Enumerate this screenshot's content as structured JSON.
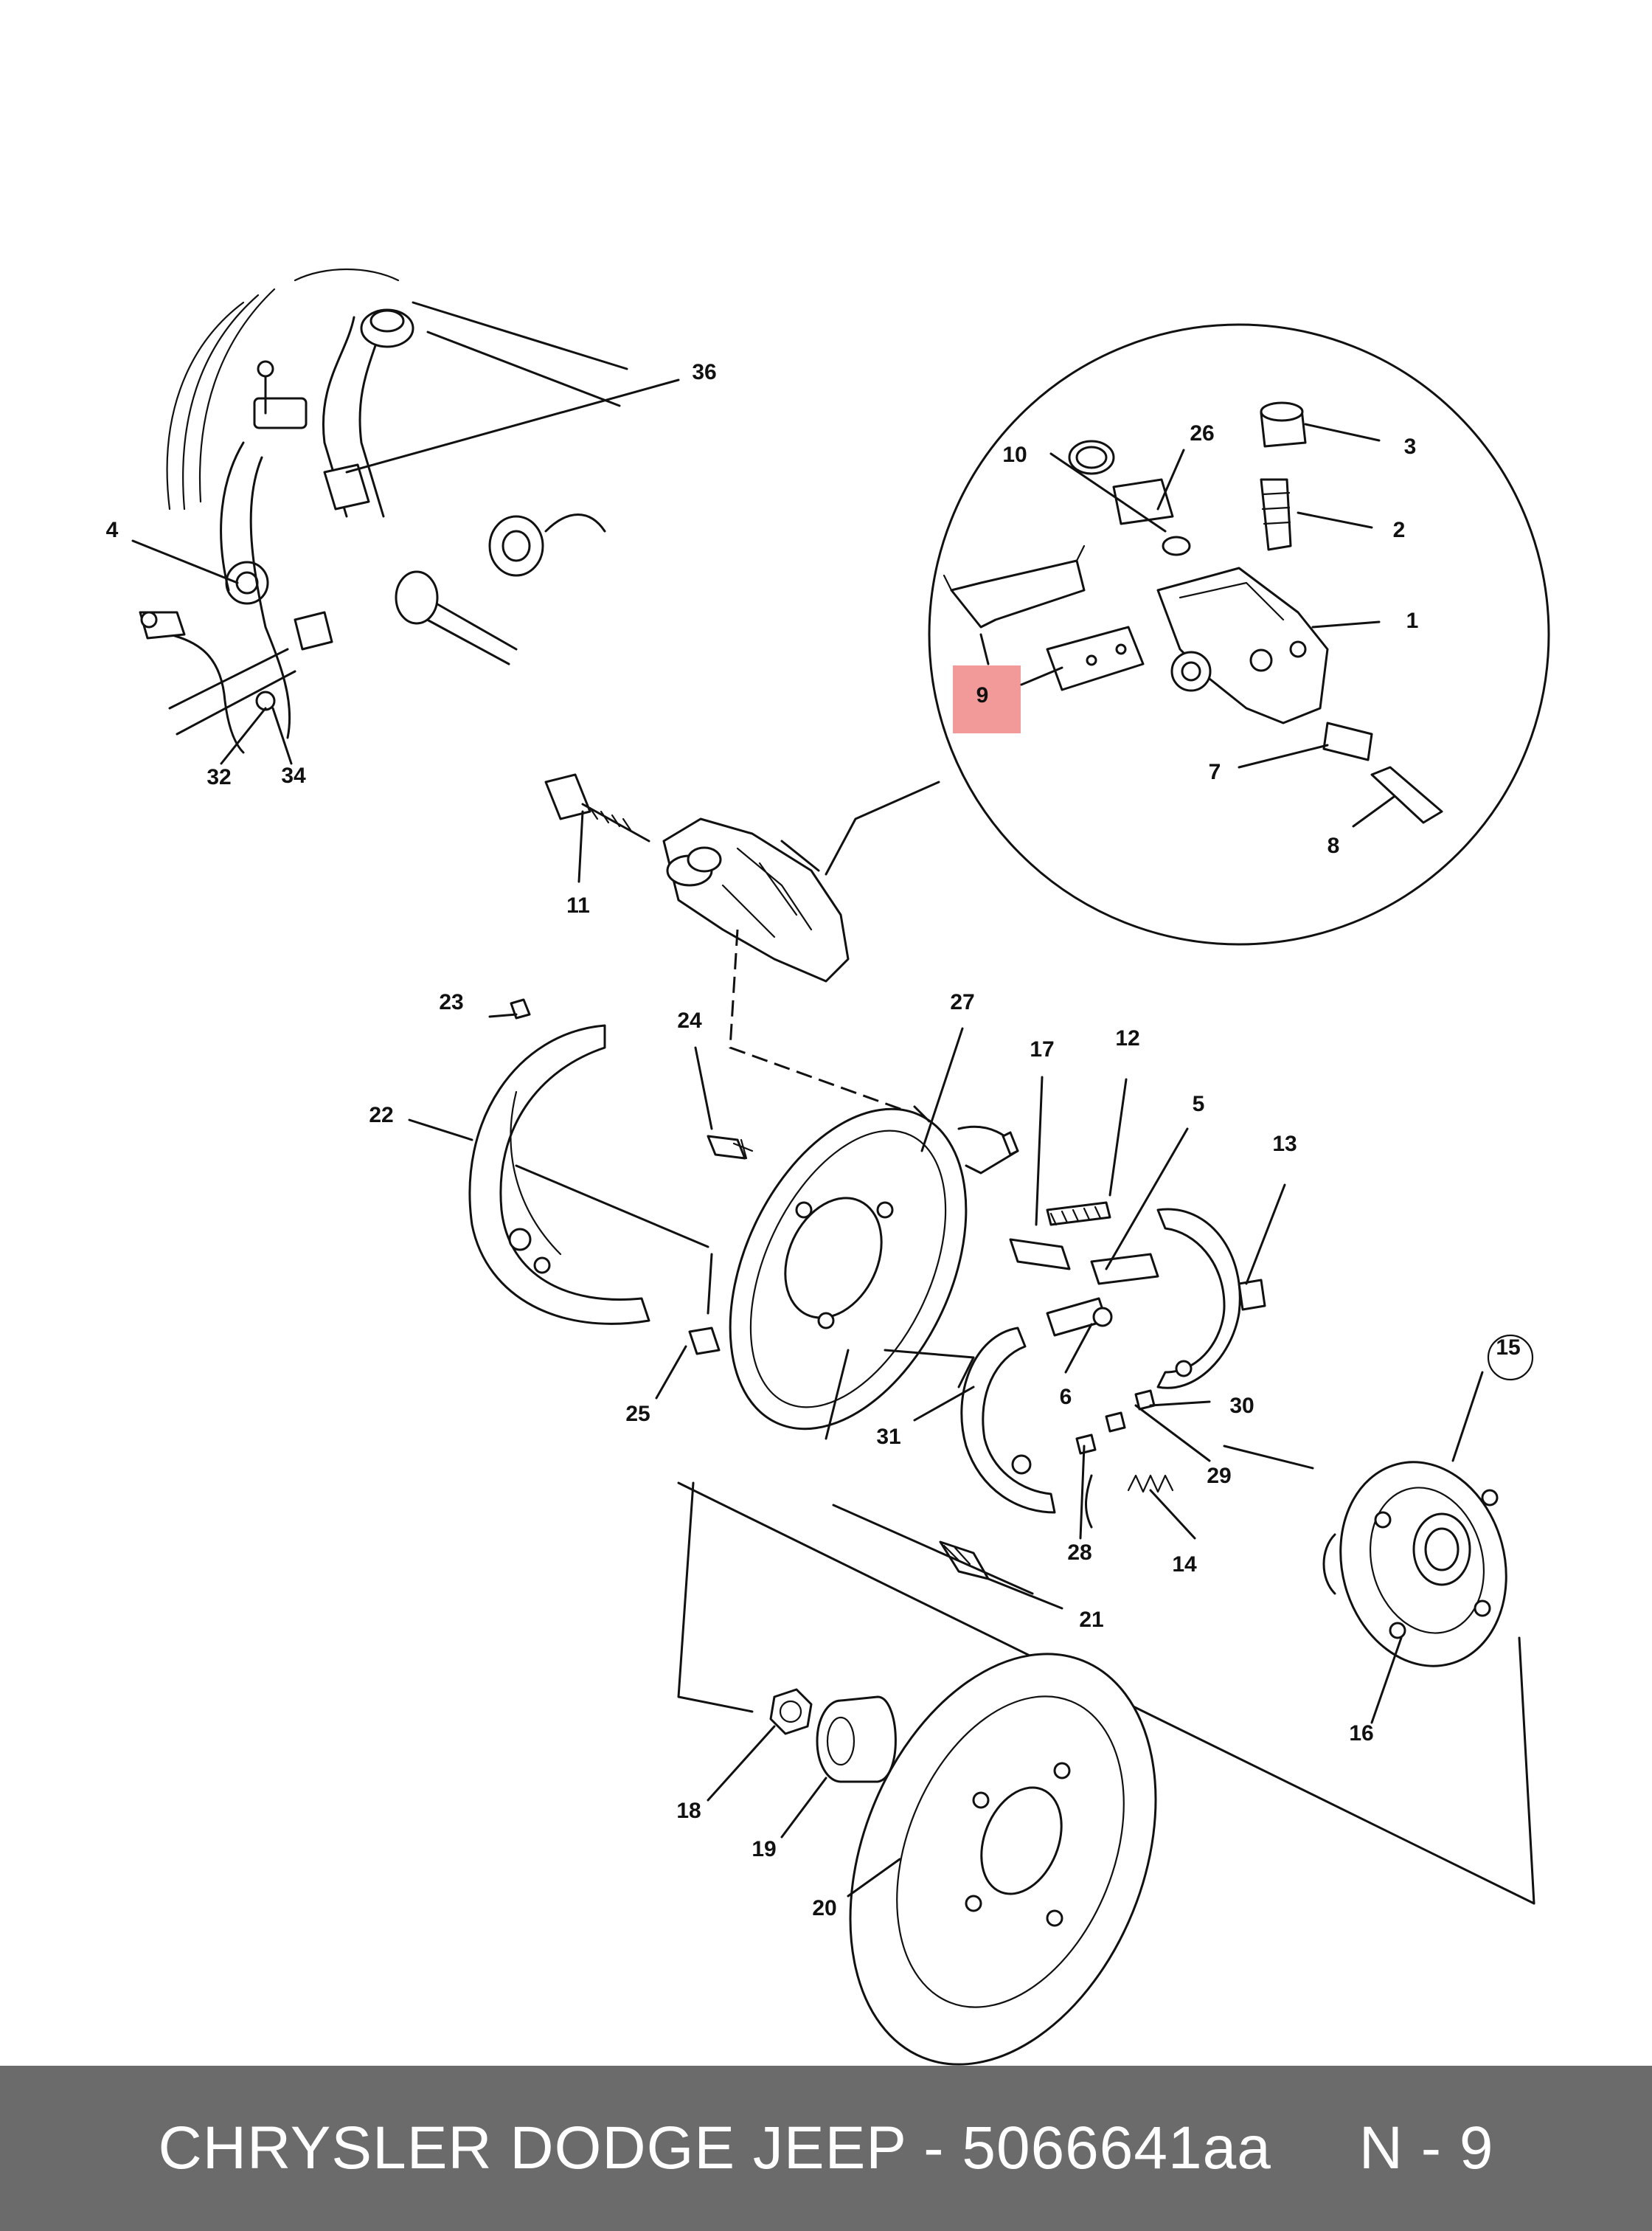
{
  "footer": {
    "brand": "CHRYSLER DODGE JEEP",
    "separator": " - ",
    "part_number": "5066641aa",
    "gap": "     ",
    "diagram_ref": "N - 9"
  },
  "highlight": {
    "callout": "9",
    "color": "#f29a9a"
  },
  "callouts": {
    "c1": "1",
    "c2": "2",
    "c3": "3",
    "c4": "4",
    "c5": "5",
    "c6": "6",
    "c7": "7",
    "c8": "8",
    "c9": "9",
    "c10": "10",
    "c11": "11",
    "c12": "12",
    "c13": "13",
    "c14": "14",
    "c15": "15",
    "c16": "16",
    "c17": "17",
    "c18": "18",
    "c19": "19",
    "c20": "20",
    "c21": "21",
    "c22": "22",
    "c23": "23",
    "c24": "24",
    "c25": "25",
    "c26": "26",
    "c27": "27",
    "c28": "28",
    "c29": "29",
    "c30": "30",
    "c31": "31",
    "c32": "32",
    "c34": "34",
    "c36": "36"
  },
  "colors": {
    "footer_bg": "#6b6b6b",
    "footer_text": "#ffffff",
    "line": "#111111"
  }
}
